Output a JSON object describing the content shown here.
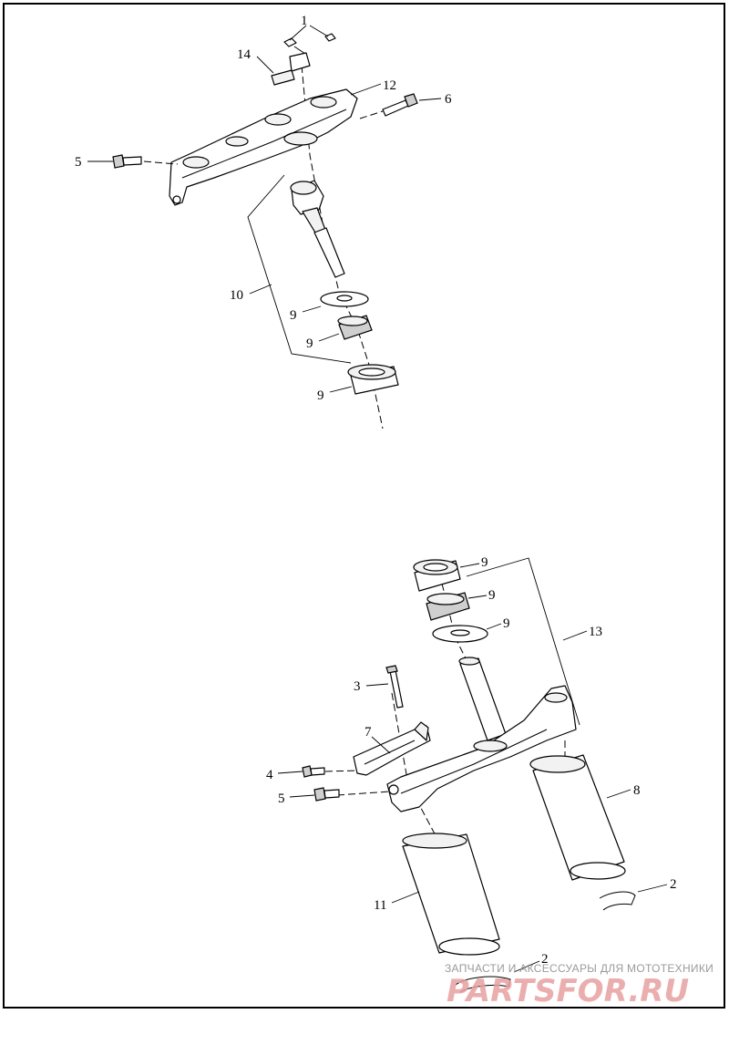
{
  "diagram": {
    "callouts_upper": {
      "c1": "1",
      "c14": "14",
      "c12": "12",
      "c6": "6",
      "c5": "5",
      "c10": "10",
      "c9a": "9",
      "c9b": "9",
      "c9c": "9"
    },
    "callouts_lower": {
      "c9a": "9",
      "c9b": "9",
      "c9c": "9",
      "c13": "13",
      "c3": "3",
      "c7": "7",
      "c4": "4",
      "c5": "5",
      "c8": "8",
      "c2a": "2",
      "c11": "11",
      "c2b": "2"
    }
  },
  "watermark": {
    "tagline": "ЗАПЧАСТИ И АКСЕССУАРЫ ДЛЯ МОТОТЕХНИКИ",
    "logo": "PARTSFOR.RU"
  }
}
